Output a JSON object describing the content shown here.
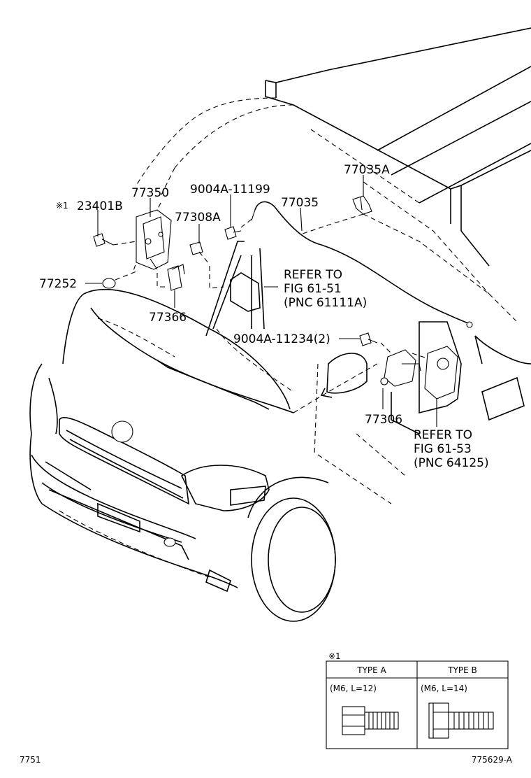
{
  "labels": {
    "p23401b": "23401B",
    "p77350": "77350",
    "p9004a_11199": "9004A-11199",
    "p77035": "77035",
    "p77035a": "77035A",
    "p77308a": "77308A",
    "p77252": "77252",
    "p77366": "77366",
    "refer1_line1": "REFER TO",
    "refer1_line2": "FIG 61-51",
    "refer1_line3": "(PNC 61111A)",
    "p9004a_11234": "9004A-11234(2)",
    "p77306": "77306",
    "refer2_line1": "REFER TO",
    "refer2_line2": "FIG 61-53",
    "refer2_line3": "(PNC 64125)",
    "note_mark": "※1"
  },
  "type_table": {
    "note_mark": "※1",
    "type_a_header": "TYPE A",
    "type_b_header": "TYPE B",
    "type_a_spec": "(M6, L=12)",
    "type_b_spec": "(M6, L=14)"
  },
  "footer": {
    "left_code": "7751",
    "right_code": "775629-A"
  }
}
